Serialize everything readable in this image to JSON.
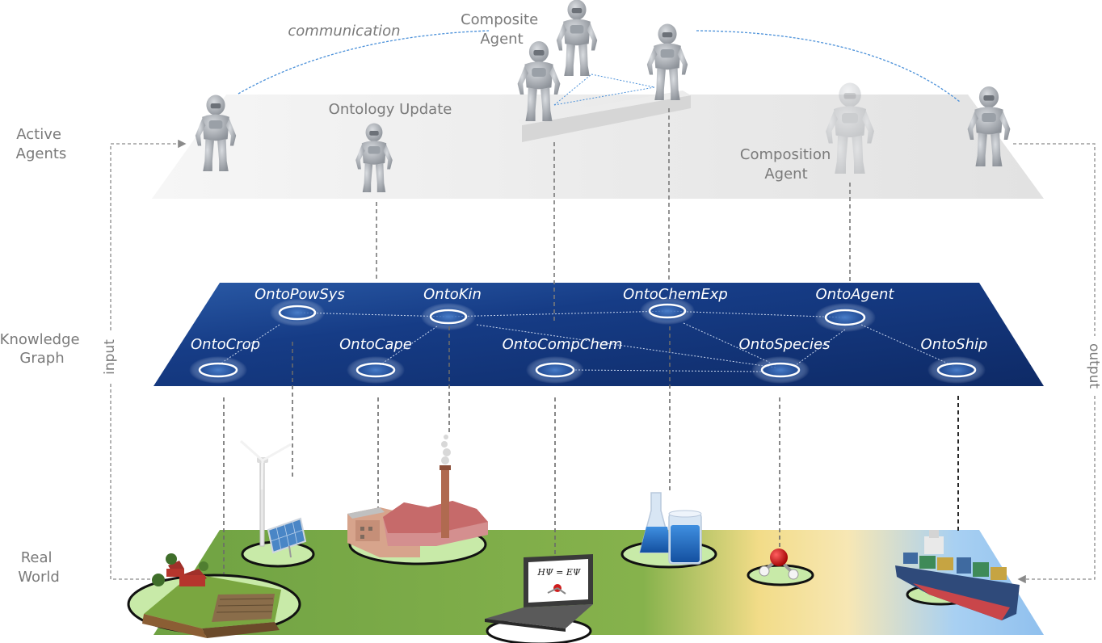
{
  "layers": {
    "active_agents": "Active Agents",
    "knowledge_graph": "Knowledge Graph",
    "real_world": "Real World"
  },
  "flows": {
    "input": "input",
    "output": "output",
    "communication": "communication"
  },
  "agents": {
    "composite": "Composite Agent",
    "ontology_update": "Ontology Update",
    "composition": "Composition Agent"
  },
  "ontologies": [
    {
      "id": "ontopowsys",
      "label": "OntoPowSys"
    },
    {
      "id": "ontokin",
      "label": "OntoKin"
    },
    {
      "id": "ontochemexp",
      "label": "OntoChemExp"
    },
    {
      "id": "ontoagent",
      "label": "OntoAgent"
    },
    {
      "id": "ontocrop",
      "label": "OntoCrop"
    },
    {
      "id": "ontocape",
      "label": "OntoCape"
    },
    {
      "id": "ontocompchem",
      "label": "OntoCompChem"
    },
    {
      "id": "ontospecies",
      "label": "OntoSpecies"
    },
    {
      "id": "ontoship",
      "label": "OntoShip"
    }
  ],
  "equation": "HΨ = EΨ",
  "colors": {
    "kg_plane": "#1a3a7a",
    "agents_plane": "#ececec",
    "ground_green": "#76a84a",
    "ground_yellow": "#f5dd8a",
    "ground_blue": "#9cc7ef",
    "node_ring": "#ffffff",
    "robot": "#b4b8be",
    "link": "#4a90d9",
    "label_gray": "#7a7a7a"
  },
  "icons": [
    "robot-icon",
    "wind-turbine-icon",
    "solar-panel-icon",
    "farm-icon",
    "factory-icon",
    "laptop-icon",
    "beaker-icon",
    "molecule-icon",
    "cargo-ship-icon"
  ]
}
